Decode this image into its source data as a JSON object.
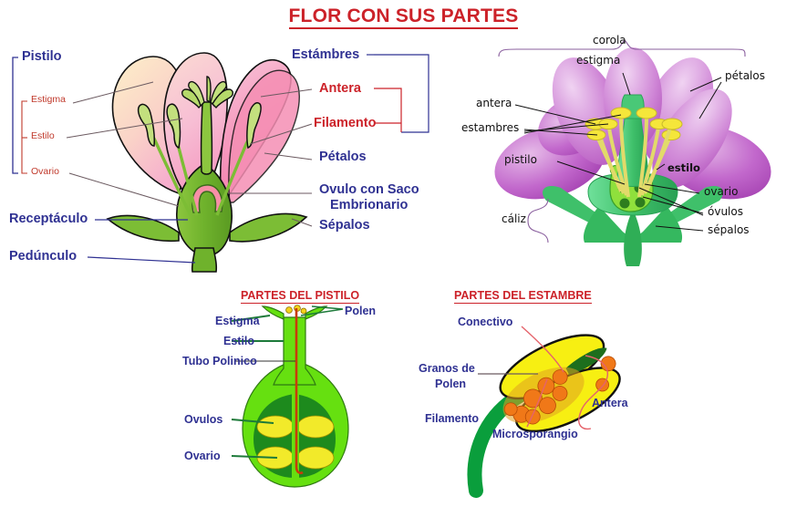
{
  "title": {
    "text": "FLOR CON SUS PARTES",
    "color": "#cc2229"
  },
  "panels": {
    "main_flower": {
      "left_labels": [
        {
          "key": "pistilo",
          "text": "Pistilo",
          "style": "blue-big"
        },
        {
          "key": "estigma",
          "text": "Estigma",
          "style": "red-small"
        },
        {
          "key": "estilo",
          "text": "Estilo",
          "style": "red-small"
        },
        {
          "key": "ovario",
          "text": "Ovario",
          "style": "red-small"
        },
        {
          "key": "receptaculo",
          "text": "Receptáculo",
          "style": "blue-big"
        },
        {
          "key": "pedunculo",
          "text": "Pedúnculo",
          "style": "blue-big"
        }
      ],
      "right_labels": [
        {
          "key": "estambres",
          "text": "Estámbres",
          "style": "blue-big"
        },
        {
          "key": "antera",
          "text": "Antera",
          "style": "red-big"
        },
        {
          "key": "filamento",
          "text": "Filamento",
          "style": "red-big"
        },
        {
          "key": "petalos",
          "text": "Pétalos",
          "style": "blue-big"
        },
        {
          "key": "ovulo1",
          "text": "Ovulo con Saco",
          "style": "blue-big"
        },
        {
          "key": "ovulo2",
          "text": "Embrionario",
          "style": "blue-big"
        },
        {
          "key": "sepalos",
          "text": "Sépalos",
          "style": "blue-big"
        }
      ],
      "colors": {
        "petal_light": "#fdf0c9",
        "petal_pink": "#f6b9cf",
        "petal_deep": "#f58fb4",
        "green": "#6fb22c",
        "green_light": "#bcd98a",
        "ovule_pink": "#f78fa7"
      }
    },
    "purple_flower": {
      "labels": [
        {
          "key": "corola",
          "text": "corola",
          "style": "hand"
        },
        {
          "key": "estigma",
          "text": "estigma",
          "style": "hand"
        },
        {
          "key": "petalos",
          "text": "pétalos",
          "style": "hand"
        },
        {
          "key": "antera",
          "text": "antera",
          "style": "hand"
        },
        {
          "key": "estambres",
          "text": "estambres",
          "style": "hand"
        },
        {
          "key": "pistilo",
          "text": "pistilo",
          "style": "hand"
        },
        {
          "key": "estilo",
          "text": "estilo",
          "style": "hand-bold"
        },
        {
          "key": "ovario",
          "text": "ovario",
          "style": "hand"
        },
        {
          "key": "ovulos",
          "text": "óvulos",
          "style": "hand"
        },
        {
          "key": "sepalos",
          "text": "sépalos",
          "style": "hand"
        },
        {
          "key": "caliz",
          "text": "cáliz",
          "style": "hand"
        }
      ],
      "colors": {
        "petal_purple": "#b451c0",
        "petal_light": "#dda7e0",
        "green": "#3fc06a",
        "green_light": "#8fe03c",
        "anther_yellow": "#f5e63a",
        "filament": "#e8e06a"
      }
    },
    "pistil": {
      "title": "PARTES DEL PISTILO",
      "labels": [
        {
          "key": "polen",
          "text": "Polen"
        },
        {
          "key": "estigma",
          "text": "Estigma"
        },
        {
          "key": "estilo",
          "text": "Estilo"
        },
        {
          "key": "tubo",
          "text": "Tubo Polinico"
        },
        {
          "key": "ovulos",
          "text": "Ovulos"
        },
        {
          "key": "ovario",
          "text": "Ovario"
        }
      ],
      "colors": {
        "green_bright": "#66e010",
        "green_dark": "#1d8a1d",
        "ovule_yellow": "#f2ea2a",
        "tube_red": "#c83c0a"
      }
    },
    "stamen": {
      "title": "PARTES DEL ESTAMBRE",
      "labels": [
        {
          "key": "conectivo",
          "text": "Conectivo"
        },
        {
          "key": "granos1",
          "text": "Granos de"
        },
        {
          "key": "granos2",
          "text": "Polen"
        },
        {
          "key": "filamento",
          "text": "Filamento"
        },
        {
          "key": "antera",
          "text": "Antera"
        },
        {
          "key": "microsporangio",
          "text": "Microsporangio"
        }
      ],
      "colors": {
        "anther_yellow": "#f7ef12",
        "pollen_orange": "#f07818",
        "filament_green": "#0a9e3c",
        "leader_red": "#e5636b"
      }
    }
  }
}
